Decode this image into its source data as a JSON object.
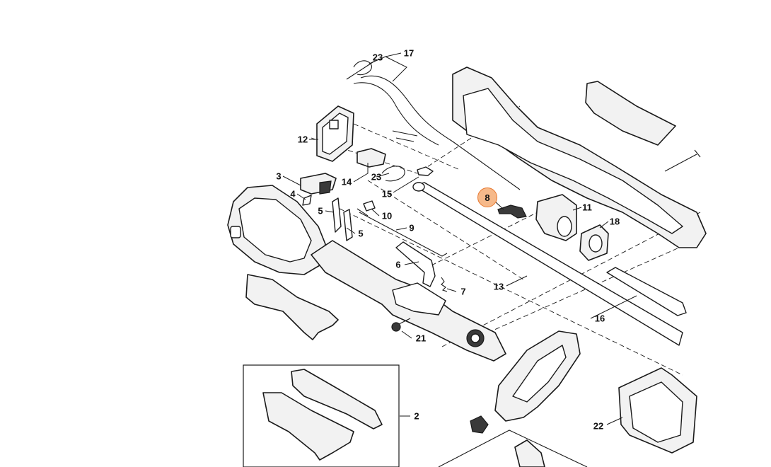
{
  "highlight_color": "#f6b98a",
  "highlighted_part": "8",
  "callouts": [
    {
      "id": "p23a",
      "text": "23"
    },
    {
      "id": "p17",
      "text": "17"
    },
    {
      "id": "p12",
      "text": "12"
    },
    {
      "id": "p3",
      "text": "3"
    },
    {
      "id": "p4",
      "text": "4"
    },
    {
      "id": "p14",
      "text": "14"
    },
    {
      "id": "p23b",
      "text": "23"
    },
    {
      "id": "p15",
      "text": "15"
    },
    {
      "id": "p5a",
      "text": "5"
    },
    {
      "id": "p10",
      "text": "10"
    },
    {
      "id": "p5b",
      "text": "5"
    },
    {
      "id": "p9",
      "text": "9"
    },
    {
      "id": "p8",
      "text": "8"
    },
    {
      "id": "p11",
      "text": "11"
    },
    {
      "id": "p18",
      "text": "18"
    },
    {
      "id": "p6",
      "text": "6"
    },
    {
      "id": "p7",
      "text": "7"
    },
    {
      "id": "p13",
      "text": "13"
    },
    {
      "id": "p16",
      "text": "16"
    },
    {
      "id": "p21",
      "text": "21"
    },
    {
      "id": "p2",
      "text": "2"
    },
    {
      "id": "p22",
      "text": "22"
    }
  ]
}
